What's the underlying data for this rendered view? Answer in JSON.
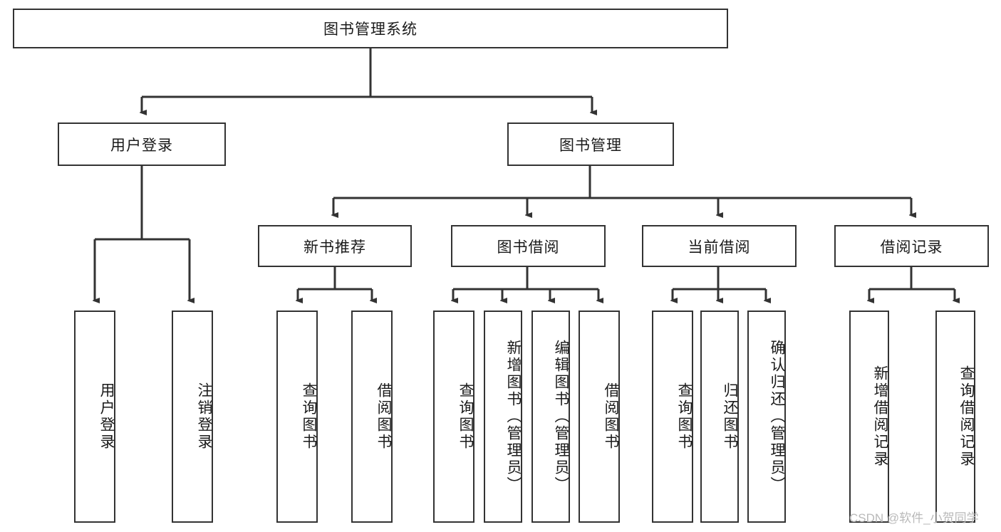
{
  "diagram": {
    "title": "图书管理系统",
    "type": "tree-hierarchy-chart",
    "colors": {
      "background": "#ffffff",
      "node_border": "#333333",
      "node_fill": "#ffffff",
      "edge": "#333333",
      "text": "#1a1a1a",
      "watermark": "#b9b9b9"
    }
  },
  "root": {
    "label": "图书管理系统"
  },
  "level1": [
    {
      "label": "用户登录"
    },
    {
      "label": "图书管理"
    }
  ],
  "level2": [
    {
      "label": "新书推荐"
    },
    {
      "label": "图书借阅"
    },
    {
      "label": "当前借阅"
    },
    {
      "label": "借阅记录"
    }
  ],
  "leaves": {
    "user_login": [
      {
        "label": "用户登录"
      },
      {
        "label": "注销登录"
      }
    ],
    "new_book_recommend": [
      {
        "label": "查询图书"
      },
      {
        "label": "借阅图书"
      }
    ],
    "book_borrow": [
      {
        "label": "查询图书"
      },
      {
        "label": "新增图书（管理员）"
      },
      {
        "label": "编辑图书（管理员）"
      },
      {
        "label": "借阅图书"
      }
    ],
    "current_borrow": [
      {
        "label": "查询图书"
      },
      {
        "label": "归还图书"
      },
      {
        "label": "确认归还（管理员）"
      }
    ],
    "borrow_record": [
      {
        "label": "新增借阅记录"
      },
      {
        "label": "查询借阅记录"
      }
    ]
  },
  "watermark": {
    "text": "CSDN @软件_小贺同学"
  }
}
